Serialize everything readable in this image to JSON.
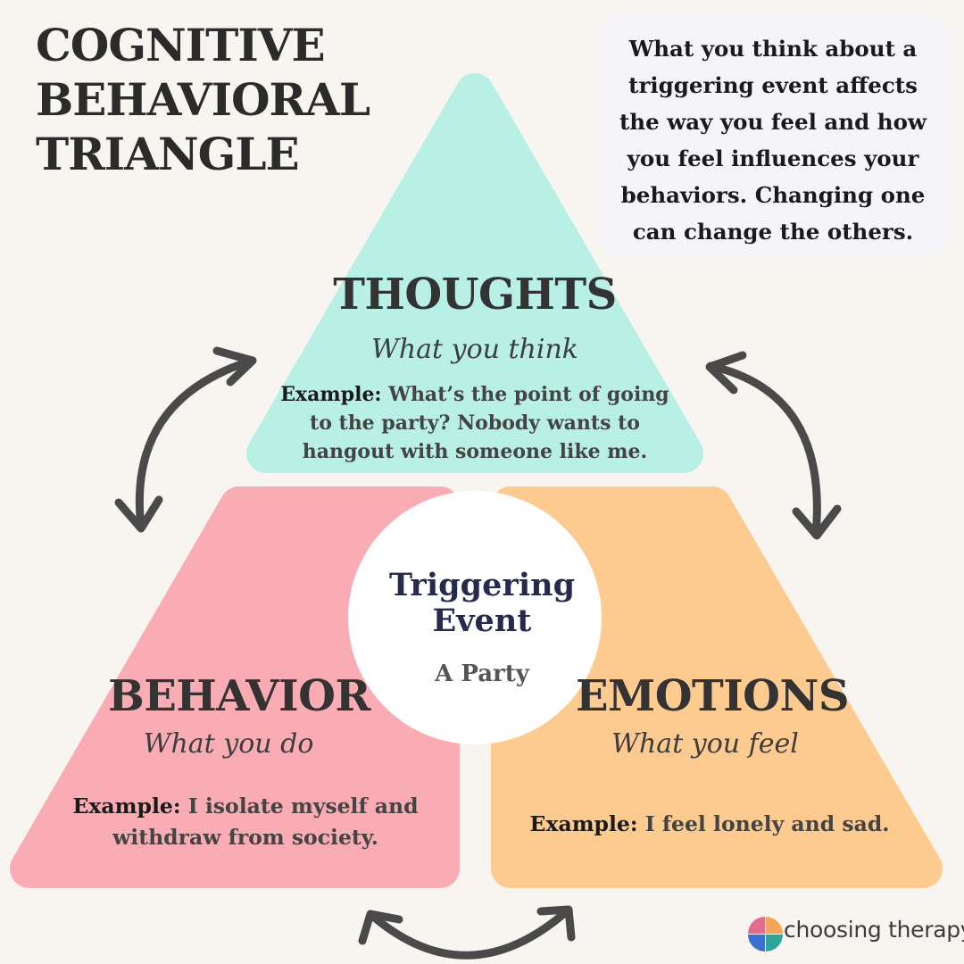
{
  "title_lines": [
    "COGNITIVE",
    "BEHAVIORAL",
    "TRIANGLE"
  ],
  "info_lines": [
    "What you think about a",
    "triggering event affects",
    "the way you feel and how",
    "you feel influences your",
    "behaviors. Changing one",
    "can change the others."
  ],
  "thoughts": {
    "title": "THOUGHTS",
    "subtitle": "What you think",
    "example_label": "Example:",
    "example_lines": [
      "What’s the point of going",
      "to the party? Nobody wants to",
      "hangout with someone like me."
    ]
  },
  "behavior": {
    "title": "BEHAVIOR",
    "subtitle": "What you do",
    "example_label": "Example:",
    "example_lines": [
      "I isolate myself and",
      "withdraw from society."
    ]
  },
  "emotions": {
    "title": "EMOTIONS",
    "subtitle": "What you feel",
    "example_label": "Example:",
    "example_lines": [
      "I feel lonely and sad."
    ]
  },
  "center": {
    "title_lines": [
      "Triggering",
      "Event"
    ],
    "subtitle": "A Party"
  },
  "brand": {
    "name": "choosing therapy"
  },
  "colors": {
    "background": "#f8f5f0",
    "thoughts": "#b8f0e6",
    "behavior": "#f9acb4",
    "emotions": "#fdca90",
    "center": "#ffffff",
    "info_box": "#f4f4f9",
    "arrow": "#4a4a4a",
    "center_title": "#262b4d"
  }
}
